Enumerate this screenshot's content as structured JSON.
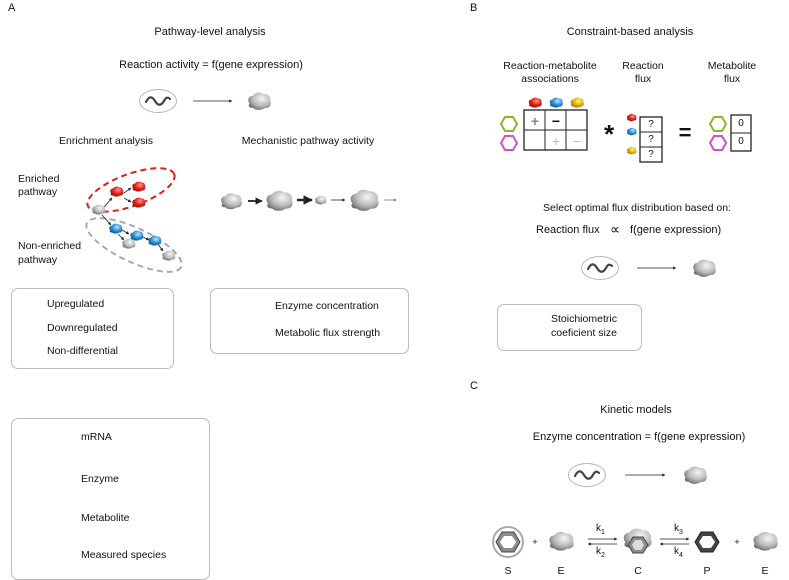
{
  "panelA": {
    "letter": "A",
    "title": "Pathway-level analysis",
    "equation": "Reaction activity = f(gene expression)",
    "enrichment_title": "Enrichment analysis",
    "mechanistic_title": "Mechanistic pathway activity",
    "enriched_label_1": "Enriched",
    "enriched_label_2": "pathway",
    "nonenriched_label_1": "Non-enriched",
    "nonenriched_label_2": "pathway",
    "legend": {
      "up": "Upregulated",
      "down": "Downregulated",
      "nondiff": "Non-differential"
    },
    "legend2": {
      "enzyme_conc": "Enzyme concentration",
      "flux_strength": "Metabolic flux strength"
    },
    "colors": {
      "up": "#e0201b",
      "down": "#2a8fd8",
      "nondiff": "#9a9a9a",
      "enriched_ring": "#e0201b",
      "nonenriched_ring": "#aaaaaa"
    }
  },
  "legend_main": {
    "mrna": "mRNA",
    "enzyme": "Enzyme",
    "metabolite": "Metabolite",
    "measured": "Measured species"
  },
  "panelB": {
    "letter": "B",
    "title": "Constraint-based analysis",
    "assoc_label_1": "Reaction-metabolite",
    "assoc_label_2": "associations",
    "rflux_label_1": "Reaction",
    "rflux_label_2": "flux",
    "mflux_label_1": "Metabolite",
    "mflux_label_2": "flux",
    "matrix": [
      [
        "+",
        "−",
        ""
      ],
      [
        "",
        "+",
        "−"
      ]
    ],
    "rflux_values": [
      "?",
      "?",
      "?"
    ],
    "mflux_values": [
      "0",
      "0"
    ],
    "times": "*",
    "equals": "=",
    "select_text": "Select optimal flux distribution based on:",
    "relation_left": "Reaction flux",
    "relation_symbol": "∝",
    "relation_right": "f(gene expression)",
    "stoich_1": "Stoichiometric",
    "stoich_2": "coeficient size",
    "colors": {
      "red": "#e0201b",
      "blue": "#2a8fd8",
      "yellow": "#e6b400",
      "green_hex": "#8ab82a",
      "pink_hex": "#d64fc9"
    }
  },
  "panelC": {
    "letter": "C",
    "title": "Kinetic models",
    "equation": "Enzyme concentration = f(gene expression)",
    "species": [
      "S",
      "E",
      "C",
      "P",
      "E"
    ],
    "plus": "+",
    "k1": "k",
    "k1_sub": "1",
    "k2": "k",
    "k2_sub": "2",
    "k3": "k",
    "k3_sub": "3",
    "k4": "k",
    "k4_sub": "4"
  }
}
